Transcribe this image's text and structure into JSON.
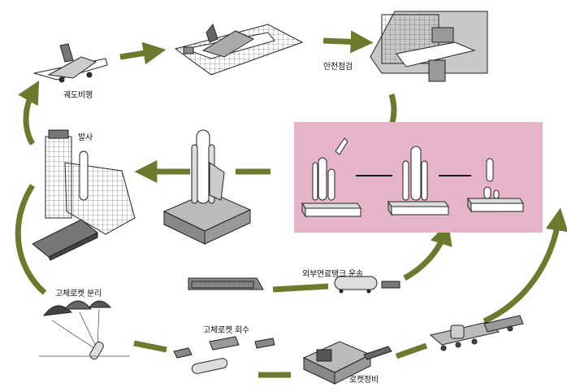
{
  "diagram": {
    "labels": {
      "orbital_flight": "궤도비행",
      "safety_inspection": "안전점검",
      "launch": "발사",
      "srb_separation": "고체로켓 분리",
      "srb_recovery": "고체로켓 회수",
      "rocket_maintenance": "로켓정비",
      "et_transport": "외부연료탱크 운송"
    },
    "colors": {
      "arrow": "#6b7a2c",
      "highlight_panel": "#e6b4c8",
      "line_art": "#222222",
      "shading": "#8a8a8a"
    }
  }
}
